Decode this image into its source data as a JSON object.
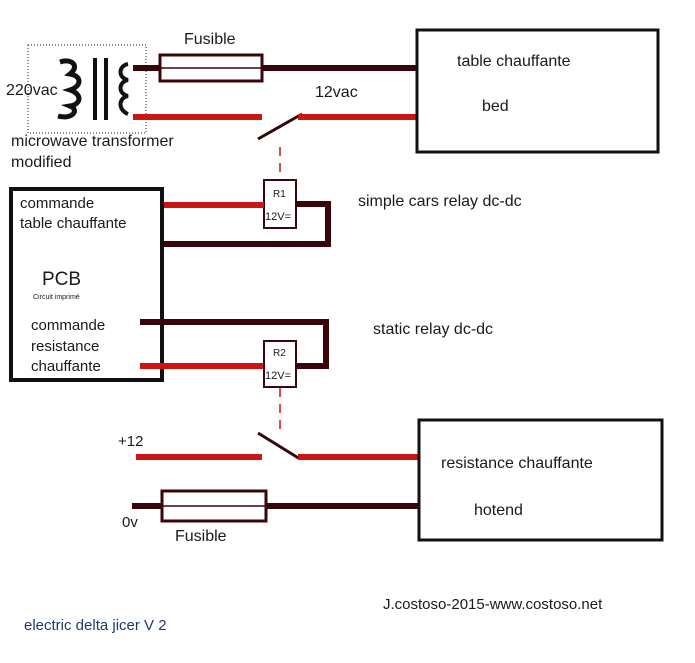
{
  "transformer": {
    "input_label": "220vac",
    "caption_line1": "microwave transformer",
    "caption_line2": "modified"
  },
  "fuse_top": {
    "label": "Fusible"
  },
  "fuse_bottom": {
    "label": "Fusible"
  },
  "bed_box": {
    "title": "table chauffante",
    "subtitle": "bed"
  },
  "hotend_box": {
    "title": "resistance chauffante",
    "subtitle": "hotend"
  },
  "bed_voltage": {
    "label": "12vac"
  },
  "relay1": {
    "label": "R1",
    "coil": "12V=",
    "note": "simple cars relay dc-dc"
  },
  "relay2": {
    "label": "R2",
    "coil": "12V=",
    "note": "static relay dc-dc"
  },
  "pcb": {
    "title": "PCB",
    "subtitle": "Circuit imprimé",
    "cmd1_line1": "commande",
    "cmd1_line2": "table chauffante",
    "cmd2_line1": "commande",
    "cmd2_line2": "resistance",
    "cmd2_line3": "chauffante"
  },
  "supply": {
    "plus_label": "+12",
    "zero_label": "0v"
  },
  "footer": {
    "credit": "J.costoso-2015-www.costoso.net",
    "project": "electric delta jicer V 2"
  },
  "colors": {
    "hot_wire": "#cc1414",
    "return_wire": "#3a0508",
    "text": "#1a1a1a"
  }
}
